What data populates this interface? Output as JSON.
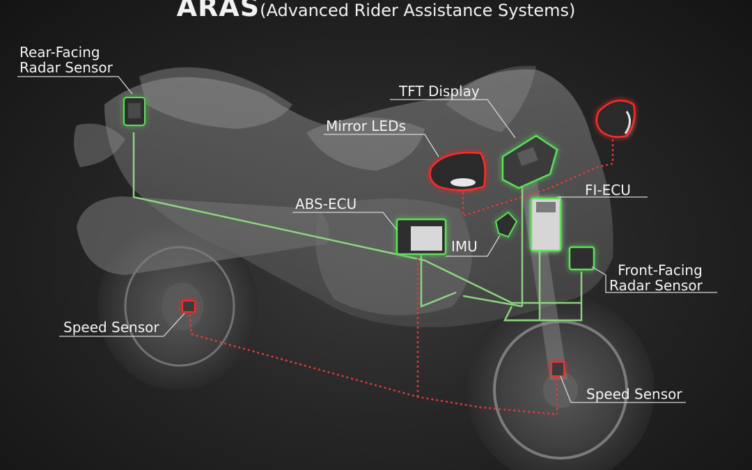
{
  "title": {
    "acronym": "ARAS",
    "full": "(Advanced Rider Assistance Systems)"
  },
  "labels": {
    "rear_radar_line1": "Rear-Facing",
    "rear_radar_line2": "Radar Sensor",
    "tft_display": "TFT Display",
    "mirror_leds": "Mirror LEDs",
    "abs_ecu": "ABS-ECU",
    "fi_ecu": "FI-ECU",
    "imu": "IMU",
    "front_radar_line1": "Front-Facing",
    "front_radar_line2": "Radar Sensor",
    "speed_sensor_rear": "Speed Sensor",
    "speed_sensor_front": "Speed Sensor"
  },
  "colors": {
    "green_line": "#8fdc82",
    "red_line": "#e23a3a",
    "green_glow": "#5fe05a",
    "red_glow": "#ff2a2a"
  }
}
